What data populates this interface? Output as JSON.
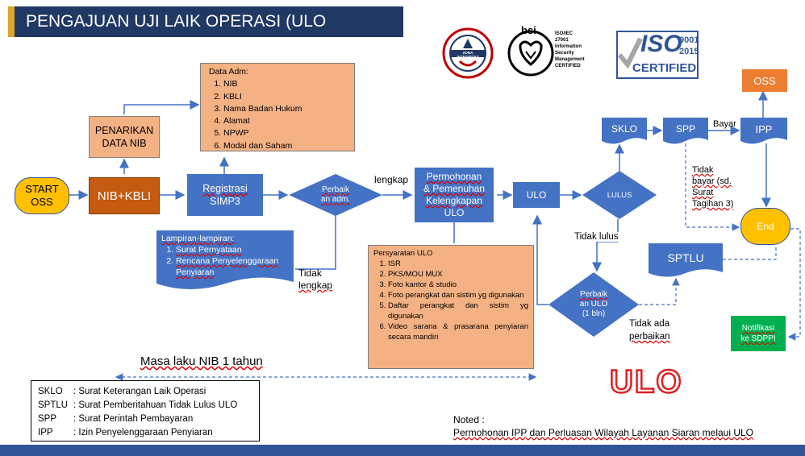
{
  "title": "PENGAJUAN UJI LAIK OPERASI (ULO PENYIARAN)",
  "logos": {
    "zona": {
      "top": "ZONA INTEGRITAS",
      "label": "ZONA INTEGRITAS",
      "sub": "WILAYAH BIROKRASI BERSIH MELAYANI"
    },
    "bsi": {
      "brand": "bsi",
      "lines": [
        "ISO/IEC",
        "27001",
        "Information Security",
        "Management",
        "CERTIFIED"
      ]
    },
    "iso": {
      "big": "ISO",
      "num1": "9001",
      "num2": "2015",
      "cert": "CERTIFIED"
    }
  },
  "nodes": {
    "start": "START OSS",
    "nib_kbli": "NIB+KBLI",
    "penarikan": "PENARIKAN DATA NIB",
    "data_adm_title": "Data Adm:",
    "data_adm_items": [
      "NIB",
      "KBLI",
      "Nama Badan Hukum",
      "Alamat",
      "NPWP",
      "Modal dan Saham"
    ],
    "registrasi": [
      "Registrasi",
      "SIMP3"
    ],
    "lampiran_title": "Lampiran-lampiran:",
    "lampiran_items": [
      "Surat Pernyataan",
      "Rencana Penyelenggaraan Penyiaran"
    ],
    "perbaikan_adm": [
      "Perbaik",
      "an adm."
    ],
    "lengkap": "lengkap",
    "tidak_lengkap": [
      "Tidak",
      "lengkap"
    ],
    "permohonan": [
      "Permohonan",
      "& Pemenuhan",
      "Kelengkapan",
      "ULO"
    ],
    "persyaratan_title": "Persyaratan ULO",
    "persyaratan_items": [
      "ISR",
      "PKS/MOU MUX",
      "Foto kantor & studio",
      "Foto perangkat dan sistim yg digunakan",
      "Daftar perangkat dan sistim yg digunakan",
      "Video sarana & prasarana penyiaran secara mandiri"
    ],
    "ulo": "ULO",
    "lulus": "LULUS",
    "tidak_lulus": "Tidak lulus",
    "sklo": "SKLO",
    "spp": "SPP",
    "bayar": "Bayar",
    "ipp": "IPP",
    "oss": "OSS",
    "tidak_bayar": [
      "Tidak",
      "bayar (sd.",
      "Surat",
      "Tagihan 3)"
    ],
    "end": "End",
    "sptlu": "SPTLU",
    "perbaikan_ulo": [
      "Perbaik",
      "an ULO",
      "(1 bln)"
    ],
    "tidak_ada": [
      "Tidak ada",
      "perbaikan"
    ],
    "notifikasi": [
      "Notifikasi",
      "ke SDPPI"
    ]
  },
  "masa_laku": "Masa laku NIB 1 tahun",
  "legend": [
    {
      "k": "SKLO",
      "v": ": Surat Keterangan Laik Operasi"
    },
    {
      "k": "SPTLU",
      "v": ": Surat Pemberitahuan Tidak Lulus ULO"
    },
    {
      "k": "SPP",
      "v": ": Surat Perintah Pembayaran"
    },
    {
      "k": "IPP",
      "v": ": Izin Penyelenggaraan Penyiaran"
    }
  ],
  "noted_label": "Noted :",
  "noted_text": "Permohonan IPP dan Perluasan Wilayah Layanan Siaran melaui ULO",
  "ulo_logo": "ULO",
  "colors": {
    "blue": "#4472c4",
    "orange": "#f4b183",
    "dark_orange": "#c55a11",
    "gold": "#ffc000",
    "navy": "#1f3864",
    "green": "#00b050"
  }
}
